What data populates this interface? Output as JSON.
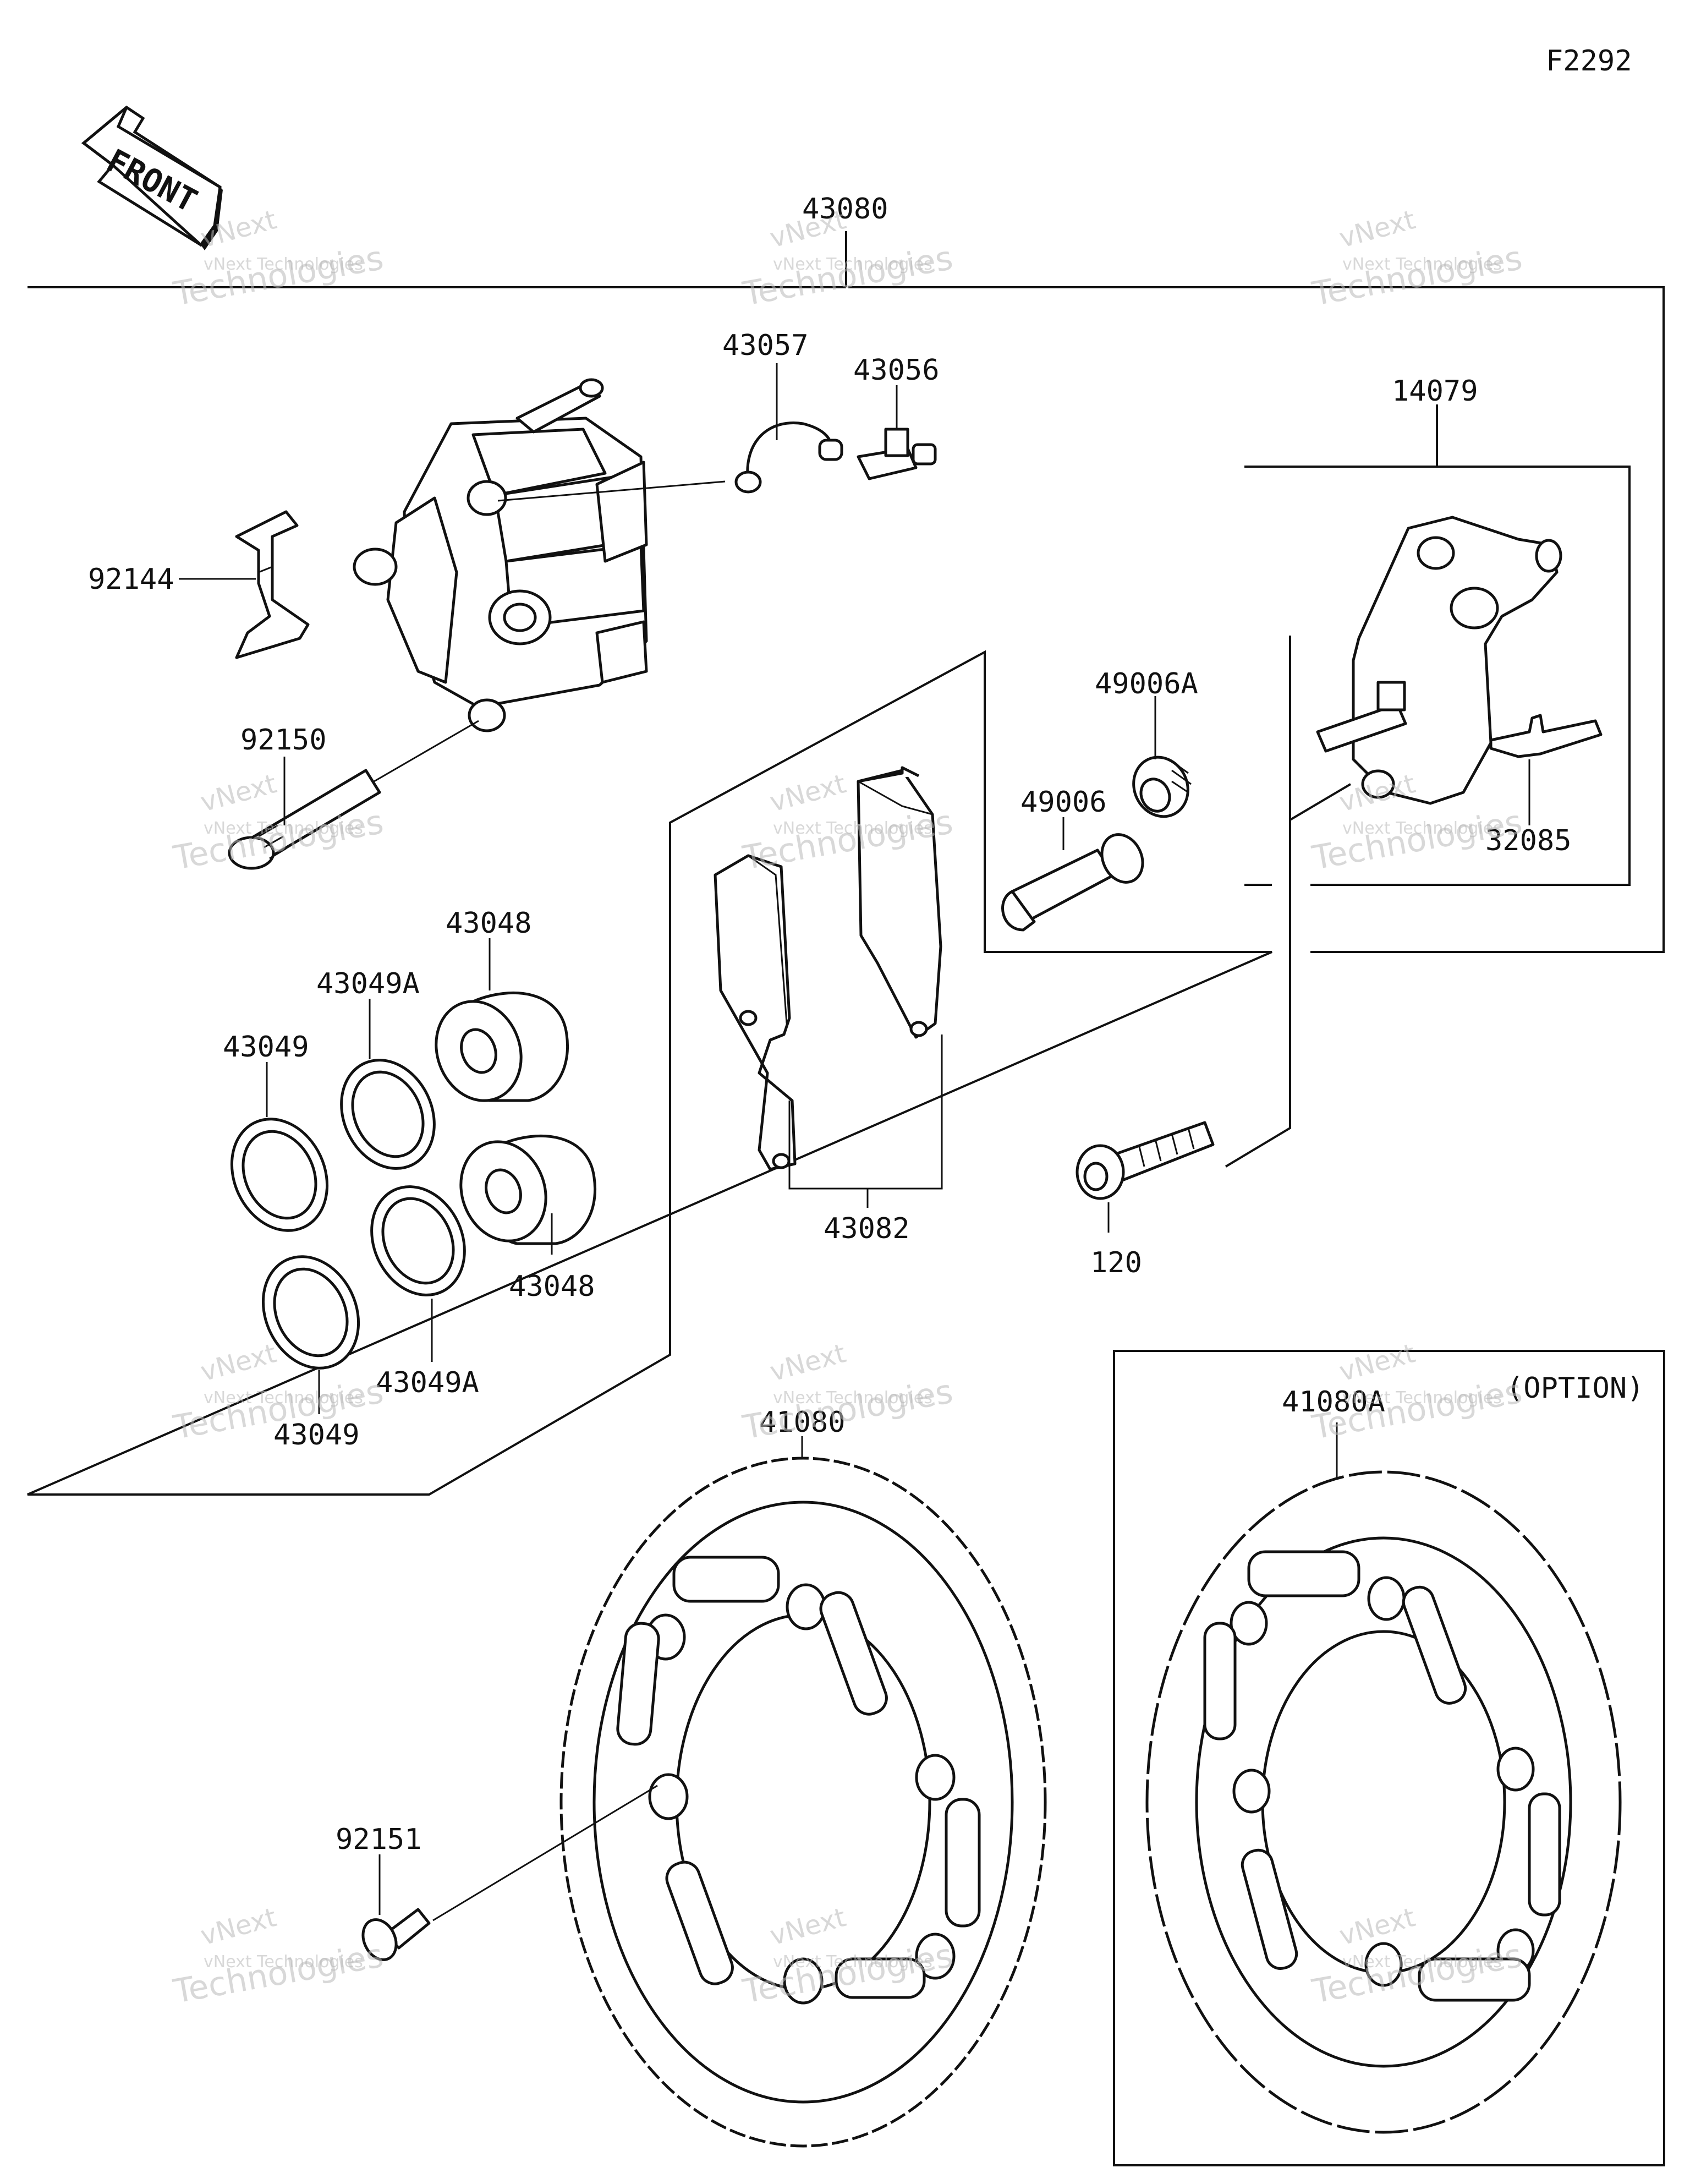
{
  "figure_code": "F2292",
  "front_arrow_text": "FRONT",
  "option_text": "(OPTION)",
  "watermark": {
    "line1": "vNext Technologies",
    "line2": "Technologies",
    "line3": "vNext"
  },
  "callouts": {
    "c43080": "43080",
    "c43057": "43057",
    "c43056": "43056",
    "c14079": "14079",
    "c92144": "92144",
    "c92150": "92150",
    "c49006A": "49006A",
    "c49006": "49006",
    "c32085": "32085",
    "c43048_top": "43048",
    "c43049A_top": "43049A",
    "c43049_top": "43049",
    "c43048_bot": "43048",
    "c43049A_bot": "43049A",
    "c43049_bot": "43049",
    "c43082": "43082",
    "c120": "120",
    "c41080": "41080",
    "c41080A": "41080A",
    "c92151": "92151"
  }
}
